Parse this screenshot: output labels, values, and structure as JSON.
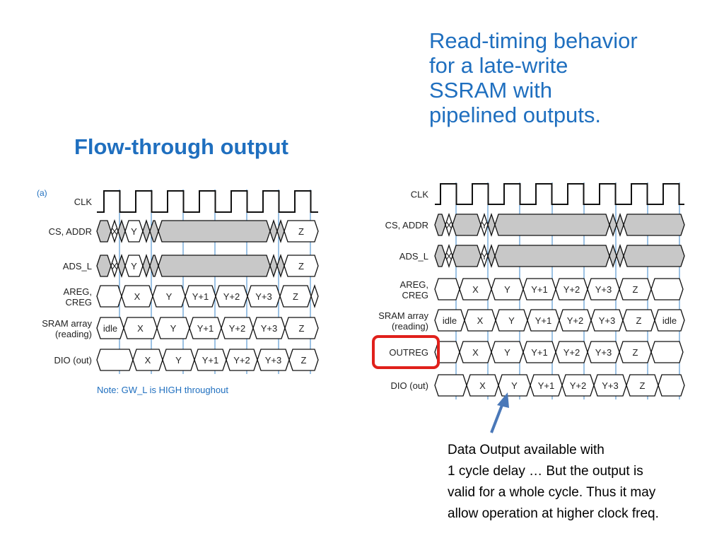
{
  "right_title": [
    "Read-timing behavior",
    "for a late-write",
    "SSRAM with",
    "pipelined outputs."
  ],
  "left_title": "Flow-through output",
  "panel_tag": "(a)",
  "note": "Note: GW_L is HIGH throughout",
  "caption": [
    "Data Output available with",
    "1 cycle delay … But the output is",
    "valid for a whole cycle. Thus it may",
    "allow operation at higher clock freq."
  ],
  "left_diagram": {
    "signals": [
      {
        "label": [
          "CLK"
        ],
        "kind": "clock"
      },
      {
        "label": [
          "CS, ADDR"
        ],
        "kind": "bus",
        "values": [
          "",
          "X",
          "",
          "Y",
          "",
          "",
          "",
          "",
          "",
          "Z",
          ""
        ]
      },
      {
        "label": [
          "ADS_L"
        ],
        "kind": "bus",
        "values": [
          "",
          "X",
          "",
          "Y",
          "",
          "",
          "",
          "",
          "",
          "Z",
          ""
        ]
      },
      {
        "label": [
          "AREG,",
          "CREG"
        ],
        "kind": "bus",
        "values": [
          "",
          "X",
          "Y",
          "Y+1",
          "Y+2",
          "Y+3",
          "Z",
          ""
        ]
      },
      {
        "label": [
          "SRAM array",
          "(reading)"
        ],
        "kind": "bus",
        "values": [
          "idle",
          "X",
          "Y",
          "Y+1",
          "Y+2",
          "Y+3",
          "Z"
        ]
      },
      {
        "label": [
          "DIO (out)"
        ],
        "kind": "bus",
        "values": [
          "",
          "X",
          "Y",
          "Y+1",
          "Y+2",
          "Y+3",
          "Z"
        ]
      }
    ]
  },
  "right_diagram": {
    "signals": [
      {
        "label": [
          "CLK"
        ],
        "kind": "clock"
      },
      {
        "label": [
          "CS, ADDR"
        ],
        "kind": "bus",
        "values": [
          "",
          "X",
          "",
          "Y",
          "",
          "",
          "",
          "",
          "",
          "Z",
          ""
        ]
      },
      {
        "label": [
          "ADS_L"
        ],
        "kind": "bus",
        "values": [
          "",
          "X",
          "",
          "Y",
          "",
          "",
          "",
          "",
          "",
          "Z",
          ""
        ]
      },
      {
        "label": [
          "AREG,",
          "CREG"
        ],
        "kind": "bus",
        "values": [
          "",
          "X",
          "Y",
          "Y+1",
          "Y+2",
          "Y+3",
          "Z",
          ""
        ]
      },
      {
        "label": [
          "SRAM array",
          "(reading)"
        ],
        "kind": "bus",
        "values": [
          "idle",
          "X",
          "Y",
          "Y+1",
          "Y+2",
          "Y+3",
          "Z",
          "idle"
        ]
      },
      {
        "label": [
          "OUTREG"
        ],
        "kind": "bus",
        "values": [
          "",
          "X",
          "Y",
          "Y+1",
          "Y+2",
          "Y+3",
          "Z"
        ],
        "highlight": true
      },
      {
        "label": [
          "DIO (out)"
        ],
        "kind": "bus",
        "values": [
          "",
          "X",
          "Y",
          "Y+1",
          "Y+2",
          "Y+3",
          "Z"
        ]
      }
    ]
  },
  "colors": {
    "accent": "#1f6fbf",
    "highlight": "#e0201b",
    "arrow": "#4a78b8",
    "gridline": "#3a86c8",
    "shade": "#c8c8c8"
  }
}
